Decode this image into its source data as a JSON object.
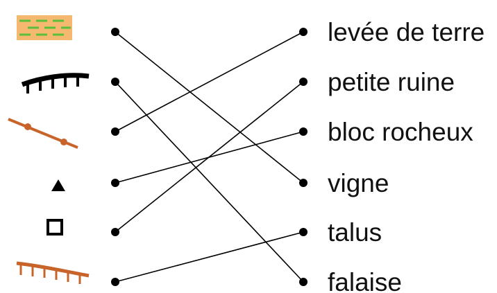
{
  "symbols": [
    {
      "id": "vineyard",
      "icon": "vineyard-pattern-icon",
      "colors": {
        "fill": "#f4b870",
        "dash": "#5cbf3a"
      }
    },
    {
      "id": "cliff",
      "icon": "black-cliff-hatch-icon",
      "colors": {
        "stroke": "#000000"
      }
    },
    {
      "id": "embankment-line",
      "icon": "dotted-line-icon",
      "colors": {
        "stroke": "#c8642a"
      }
    },
    {
      "id": "rock",
      "icon": "filled-triangle-icon",
      "colors": {
        "fill": "#000000"
      }
    },
    {
      "id": "ruin",
      "icon": "hollow-square-icon",
      "colors": {
        "stroke": "#000000"
      }
    },
    {
      "id": "slope",
      "icon": "brown-slope-hatch-icon",
      "colors": {
        "stroke": "#c8642a"
      }
    }
  ],
  "terms": [
    "levée de terre",
    "petite ruine",
    "bloc rocheux",
    "vigne",
    "talus",
    "falaise"
  ],
  "connections": [
    {
      "from": 0,
      "to": 3
    },
    {
      "from": 1,
      "to": 5
    },
    {
      "from": 2,
      "to": 0
    },
    {
      "from": 3,
      "to": 2
    },
    {
      "from": 4,
      "to": 1
    },
    {
      "from": 5,
      "to": 4
    }
  ]
}
